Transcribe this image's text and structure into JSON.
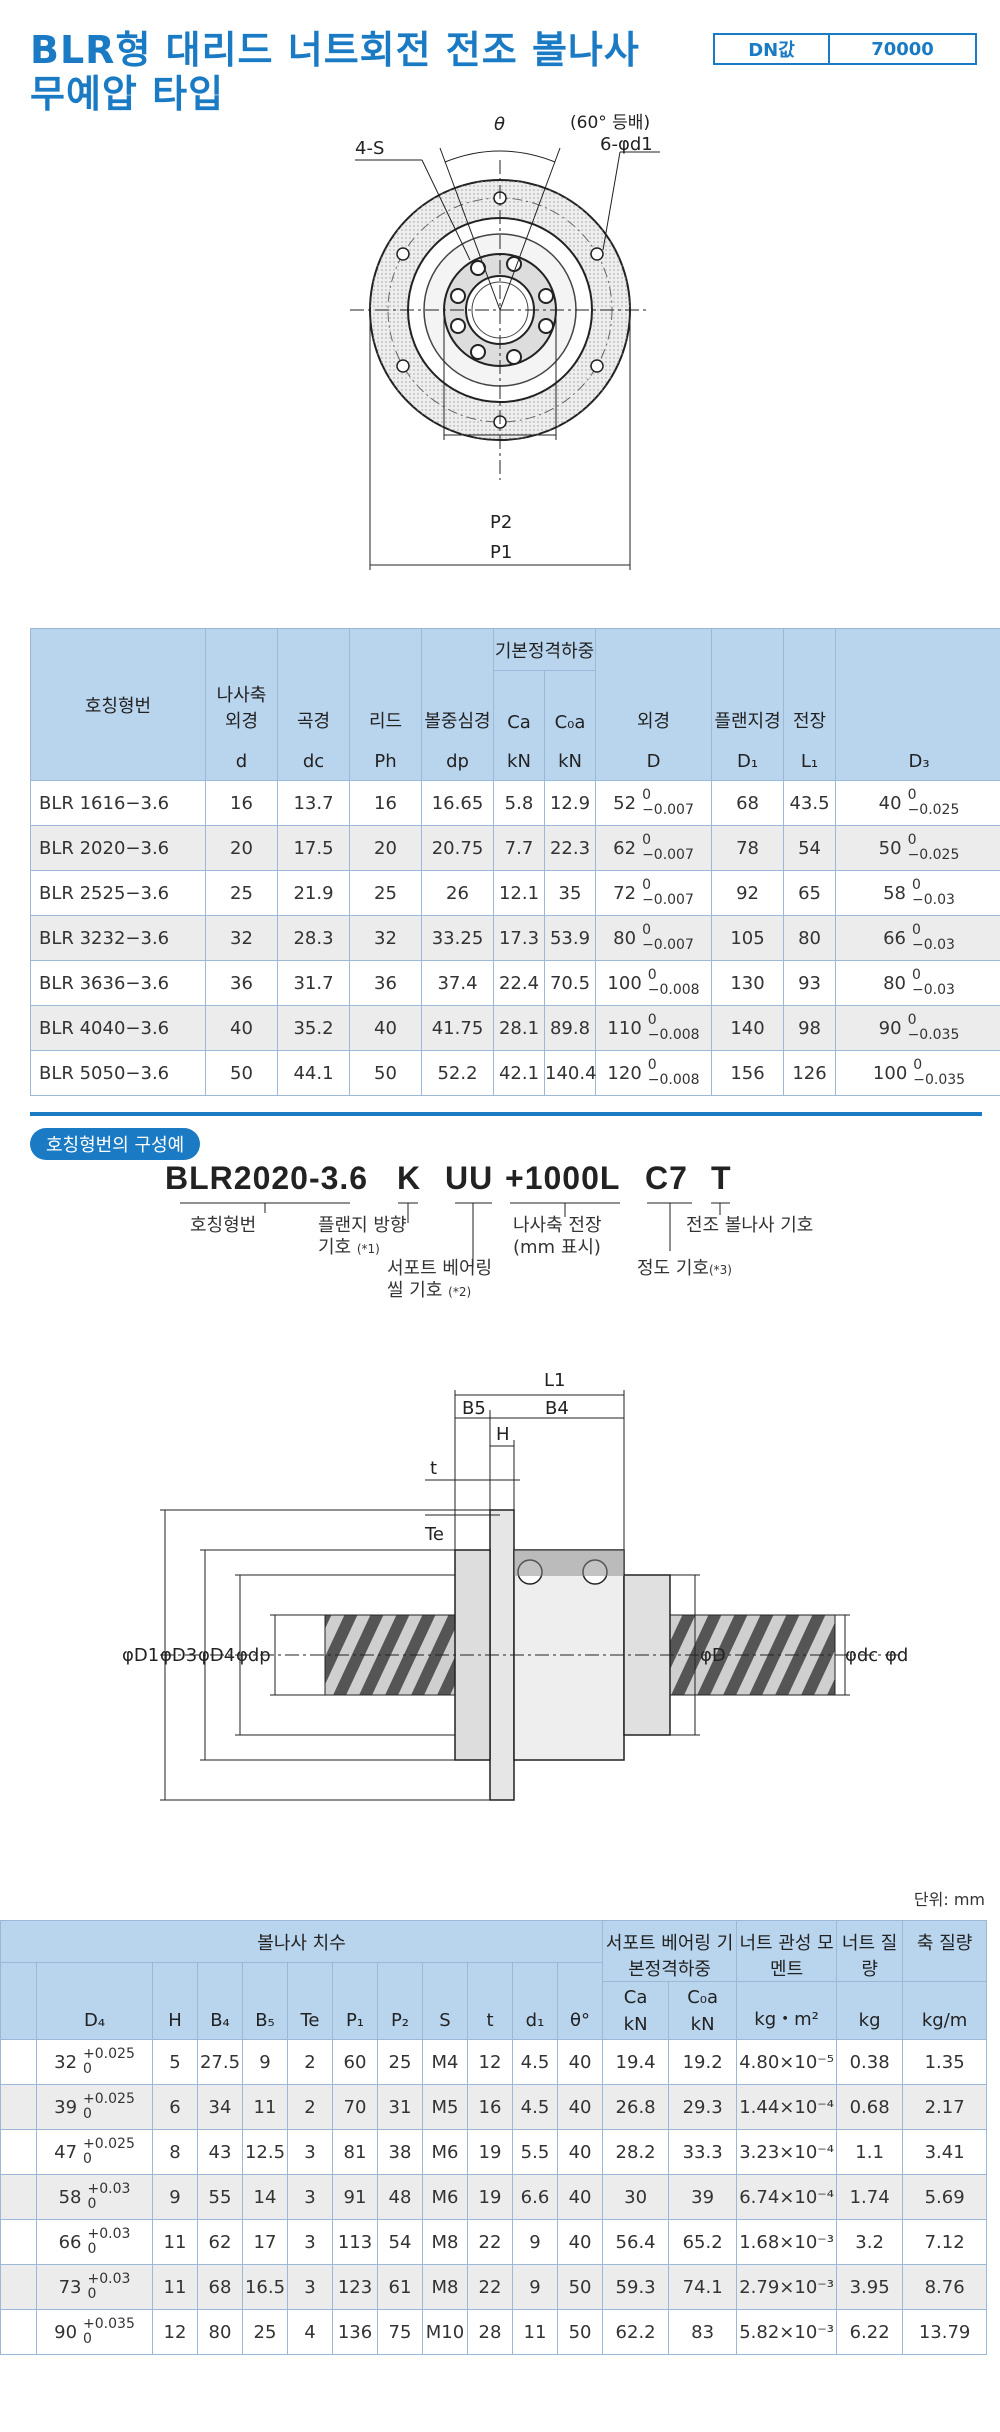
{
  "title": {
    "line1": "BLR형 대리드 너트회전 전조 볼나사",
    "line2": "무예압 타입"
  },
  "dn": {
    "label": "DN값",
    "value": "70000"
  },
  "front_view": {
    "s_label": "4-S",
    "theta": "θ",
    "pitch_note": "(60° 등배)",
    "hole_label": "6-φd1",
    "p2": "P2",
    "p1": "P1"
  },
  "table1": {
    "headers": {
      "model": "호칭형번",
      "shaft_od": "나사축 외경",
      "shaft_od_sym": "d",
      "ball_dia": "곡경",
      "ball_dia_sym": "dc",
      "lead": "리드",
      "lead_sym": "Ph",
      "pcd": "볼중심경",
      "pcd_sym": "dp",
      "load": "기본정격하중",
      "ca": "Ca",
      "ca_unit": "kN",
      "c0a": "C₀a",
      "c0a_unit": "kN",
      "od": "외경",
      "od_sym": "D",
      "flange": "플랜지경",
      "flange_sym": "D₁",
      "length": "전장",
      "length_sym": "L₁",
      "d3_sym": "D₃"
    },
    "rows": [
      {
        "model": "BLR 1616−3.6",
        "d": "16",
        "dc": "13.7",
        "ph": "16",
        "dp": "16.65",
        "ca": "5.8",
        "c0a": "12.9",
        "D": "52",
        "D_up": "0",
        "D_lo": "−0.007",
        "D1": "68",
        "L1": "43.5",
        "D3": "40",
        "D3_up": "0",
        "D3_lo": "−0.025"
      },
      {
        "model": "BLR 2020−3.6",
        "d": "20",
        "dc": "17.5",
        "ph": "20",
        "dp": "20.75",
        "ca": "7.7",
        "c0a": "22.3",
        "D": "62",
        "D_up": "0",
        "D_lo": "−0.007",
        "D1": "78",
        "L1": "54",
        "D3": "50",
        "D3_up": "0",
        "D3_lo": "−0.025"
      },
      {
        "model": "BLR 2525−3.6",
        "d": "25",
        "dc": "21.9",
        "ph": "25",
        "dp": "26",
        "ca": "12.1",
        "c0a": "35",
        "D": "72",
        "D_up": "0",
        "D_lo": "−0.007",
        "D1": "92",
        "L1": "65",
        "D3": "58",
        "D3_up": "0",
        "D3_lo": "−0.03"
      },
      {
        "model": "BLR 3232−3.6",
        "d": "32",
        "dc": "28.3",
        "ph": "32",
        "dp": "33.25",
        "ca": "17.3",
        "c0a": "53.9",
        "D": "80",
        "D_up": "0",
        "D_lo": "−0.007",
        "D1": "105",
        "L1": "80",
        "D3": "66",
        "D3_up": "0",
        "D3_lo": "−0.03"
      },
      {
        "model": "BLR 3636−3.6",
        "d": "36",
        "dc": "31.7",
        "ph": "36",
        "dp": "37.4",
        "ca": "22.4",
        "c0a": "70.5",
        "D": "100",
        "D_up": "0",
        "D_lo": "−0.008",
        "D1": "130",
        "L1": "93",
        "D3": "80",
        "D3_up": "0",
        "D3_lo": "−0.03"
      },
      {
        "model": "BLR 4040−3.6",
        "d": "40",
        "dc": "35.2",
        "ph": "40",
        "dp": "41.75",
        "ca": "28.1",
        "c0a": "89.8",
        "D": "110",
        "D_up": "0",
        "D_lo": "−0.008",
        "D1": "140",
        "L1": "98",
        "D3": "90",
        "D3_up": "0",
        "D3_lo": "−0.035"
      },
      {
        "model": "BLR 5050−3.6",
        "d": "50",
        "dc": "44.1",
        "ph": "50",
        "dp": "52.2",
        "ca": "42.1",
        "c0a": "140.4",
        "D": "120",
        "D_up": "0",
        "D_lo": "−0.008",
        "D1": "156",
        "L1": "126",
        "D3": "100",
        "D3_up": "0",
        "D3_lo": "−0.035"
      }
    ]
  },
  "composition": {
    "badge": "호칭형번의 구성예",
    "parts": {
      "model": "BLR2020-3.6",
      "flange": "K",
      "seal": "UU",
      "length": "+1000L",
      "accuracy": "C7",
      "type": "T"
    },
    "labels": {
      "model": "호칭형번",
      "flange1": "플랜지 방향",
      "flange2": "기호",
      "flange_note": "(*1)",
      "seal1": "서포트 베어링",
      "seal2": "씰 기호",
      "seal_note": "(*2)",
      "length1": "나사축 전장",
      "length2": "(mm 표시)",
      "accuracy": "정도 기호",
      "accuracy_note": "(*3)",
      "type": "전조 볼나사 기호"
    }
  },
  "side_view": {
    "l1": "L1",
    "b5": "B5",
    "b4": "B4",
    "h": "H",
    "t": "t",
    "te": "Te",
    "d1": "φD1",
    "d3": "φD3",
    "d4": "φD4",
    "dp": "φdp",
    "D": "φD",
    "dc": "φdc",
    "d": "φd"
  },
  "unit": "단위: mm",
  "table2": {
    "headers": {
      "dims": "볼나사 치수",
      "support": "서포트 베어링 기본정격하중",
      "moment": "너트 관성 모멘트",
      "nut_mass": "너트 질량",
      "shaft_mass": "축 질량",
      "d4": "D₄",
      "h": "H",
      "b4": "B₄",
      "b5": "B₅",
      "te": "Te",
      "p1": "P₁",
      "p2": "P₂",
      "s": "S",
      "t": "t",
      "d1": "d₁",
      "theta": "θ°",
      "ca": "Ca",
      "ca_unit": "kN",
      "c0a": "C₀a",
      "c0a_unit": "kN",
      "moment_unit": "kg・m²",
      "nut_unit": "kg",
      "shaft_unit": "kg/m"
    },
    "rows": [
      {
        "d4": "32",
        "d4_up": "+0.025",
        "d4_lo": "0",
        "h": "5",
        "b4": "27.5",
        "b5": "9",
        "te": "2",
        "p1": "60",
        "p2": "25",
        "s": "M4",
        "t": "12",
        "d1": "4.5",
        "theta": "40",
        "ca": "19.4",
        "c0a": "19.2",
        "moment": "4.80×10⁻⁵",
        "nut": "0.38",
        "shaft": "1.35"
      },
      {
        "d4": "39",
        "d4_up": "+0.025",
        "d4_lo": "0",
        "h": "6",
        "b4": "34",
        "b5": "11",
        "te": "2",
        "p1": "70",
        "p2": "31",
        "s": "M5",
        "t": "16",
        "d1": "4.5",
        "theta": "40",
        "ca": "26.8",
        "c0a": "29.3",
        "moment": "1.44×10⁻⁴",
        "nut": "0.68",
        "shaft": "2.17"
      },
      {
        "d4": "47",
        "d4_up": "+0.025",
        "d4_lo": "0",
        "h": "8",
        "b4": "43",
        "b5": "12.5",
        "te": "3",
        "p1": "81",
        "p2": "38",
        "s": "M6",
        "t": "19",
        "d1": "5.5",
        "theta": "40",
        "ca": "28.2",
        "c0a": "33.3",
        "moment": "3.23×10⁻⁴",
        "nut": "1.1",
        "shaft": "3.41"
      },
      {
        "d4": "58",
        "d4_up": "+0.03",
        "d4_lo": "0",
        "h": "9",
        "b4": "55",
        "b5": "14",
        "te": "3",
        "p1": "91",
        "p2": "48",
        "s": "M6",
        "t": "19",
        "d1": "6.6",
        "theta": "40",
        "ca": "30",
        "c0a": "39",
        "moment": "6.74×10⁻⁴",
        "nut": "1.74",
        "shaft": "5.69"
      },
      {
        "d4": "66",
        "d4_up": "+0.03",
        "d4_lo": "0",
        "h": "11",
        "b4": "62",
        "b5": "17",
        "te": "3",
        "p1": "113",
        "p2": "54",
        "s": "M8",
        "t": "22",
        "d1": "9",
        "theta": "40",
        "ca": "56.4",
        "c0a": "65.2",
        "moment": "1.68×10⁻³",
        "nut": "3.2",
        "shaft": "7.12"
      },
      {
        "d4": "73",
        "d4_up": "+0.03",
        "d4_lo": "0",
        "h": "11",
        "b4": "68",
        "b5": "16.5",
        "te": "3",
        "p1": "123",
        "p2": "61",
        "s": "M8",
        "t": "22",
        "d1": "9",
        "theta": "50",
        "ca": "59.3",
        "c0a": "74.1",
        "moment": "2.79×10⁻³",
        "nut": "3.95",
        "shaft": "8.76"
      },
      {
        "d4": "90",
        "d4_up": "+0.035",
        "d4_lo": "0",
        "h": "12",
        "b4": "80",
        "b5": "25",
        "te": "4",
        "p1": "136",
        "p2": "75",
        "s": "M10",
        "t": "28",
        "d1": "11",
        "theta": "50",
        "ca": "62.2",
        "c0a": "83",
        "moment": "5.82×10⁻³",
        "nut": "6.22",
        "shaft": "13.79"
      }
    ]
  }
}
